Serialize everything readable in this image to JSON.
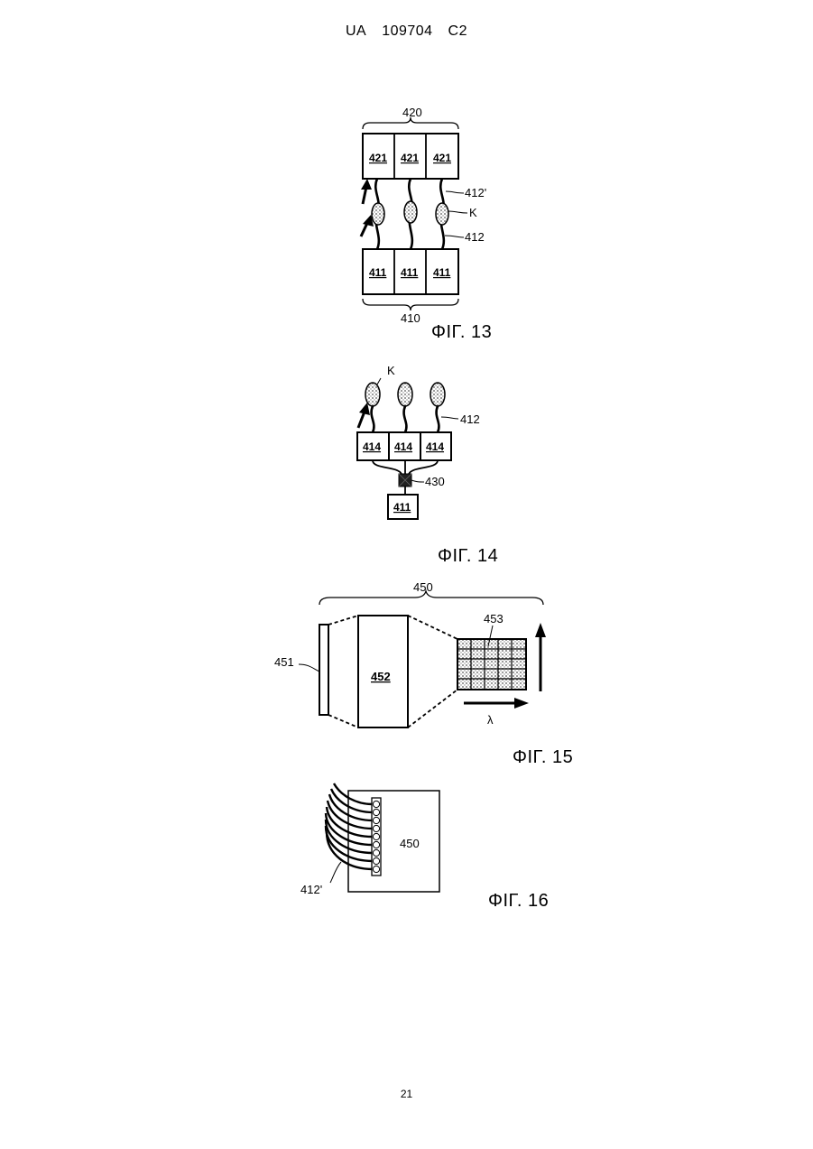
{
  "header": {
    "country": "UA",
    "number": "109704",
    "kind": "C2"
  },
  "page_number": "21",
  "fig13": {
    "caption": "ΦΙΓ. 13",
    "top_group": "420",
    "top_cells": [
      "421",
      "421",
      "421"
    ],
    "bottom_group": "410",
    "bottom_cells": [
      "411",
      "411",
      "411"
    ],
    "fiber_out_label": "412'",
    "ellipse_label": "K",
    "fiber_label": "412"
  },
  "fig14": {
    "caption": "ΦΙΓ. 14",
    "ellipse_label": "K",
    "fiber_label": "412",
    "cells": [
      "414",
      "414",
      "414"
    ],
    "splitter_label": "430",
    "source_label": "411"
  },
  "fig15": {
    "caption": "ΦΙΓ. 15",
    "group_label": "450",
    "slit_label": "451",
    "grating_label": "452",
    "detector_label": "453",
    "axis_label": "λ"
  },
  "fig16": {
    "caption": "ΦΙΓ. 16",
    "box_label": "450",
    "fiber_label": "412'"
  }
}
